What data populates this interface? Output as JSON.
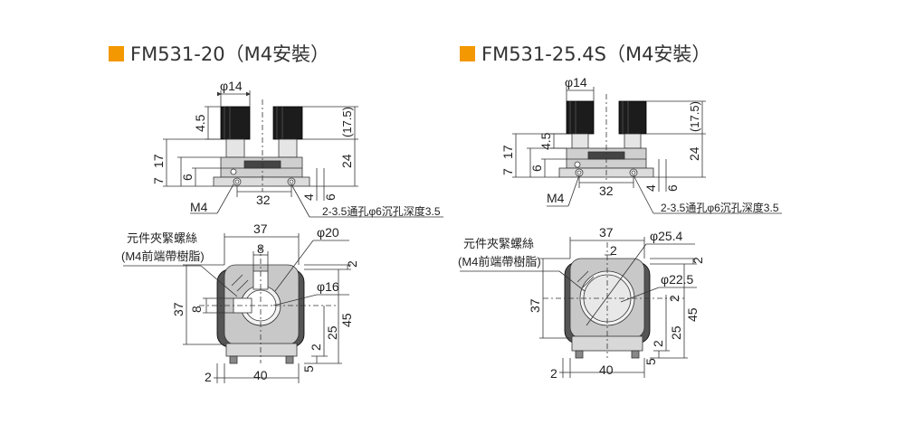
{
  "colors": {
    "accent": "#f39800",
    "body_gray": "#bdbdbd",
    "knob_black": "#1c1c1c",
    "dim_line": "#333333"
  },
  "left": {
    "title": "FM531-20（M4安裝）",
    "dims": {
      "phi14": "φ14",
      "d4_5": "4.5",
      "d17_5": "(17.5)",
      "d17": "17",
      "d7": "7",
      "d6": "6",
      "d24": "24",
      "d32": "32",
      "d4": "4",
      "d6b": "6",
      "m4": "M4",
      "hole_note": "2-3.5通孔φ6沉孔深度3.5",
      "d37_top": "37",
      "d8_top": "8",
      "phi20": "φ20",
      "d2_right": "2",
      "phi16": "φ16",
      "d37_left": "37",
      "d8_left": "8",
      "d45": "45",
      "d2_mid": "2",
      "d25": "25",
      "d5": "5",
      "d2_bottom": "2",
      "d40": "40"
    },
    "screw_label_1": "元件夾緊螺絲",
    "screw_label_2": "(M4前端帶樹脂)"
  },
  "right": {
    "title": "FM531-25.4S（M4安裝）",
    "dims": {
      "phi14": "φ14",
      "d4_5": "4.5",
      "d17_5": "(17.5)",
      "d17": "17",
      "d7": "7",
      "d6": "6",
      "d24": "24",
      "d32": "32",
      "d4": "4",
      "d6b": "6",
      "m4": "M4",
      "hole_note": "2-3.5通孔φ6沉孔深度3.5",
      "d37_top": "37",
      "d2_top": "2",
      "phi25_4": "φ25.4",
      "d2_right": "2",
      "phi22_5": "φ22.5",
      "d37_left": "37",
      "d2_inner": "2",
      "d45": "45",
      "d2_mid": "2",
      "d25": "25",
      "d5": "5",
      "d2_bottom": "2",
      "d40": "40"
    },
    "screw_label_1": "元件夾緊螺絲",
    "screw_label_2": "(M4前端帶樹脂)"
  }
}
